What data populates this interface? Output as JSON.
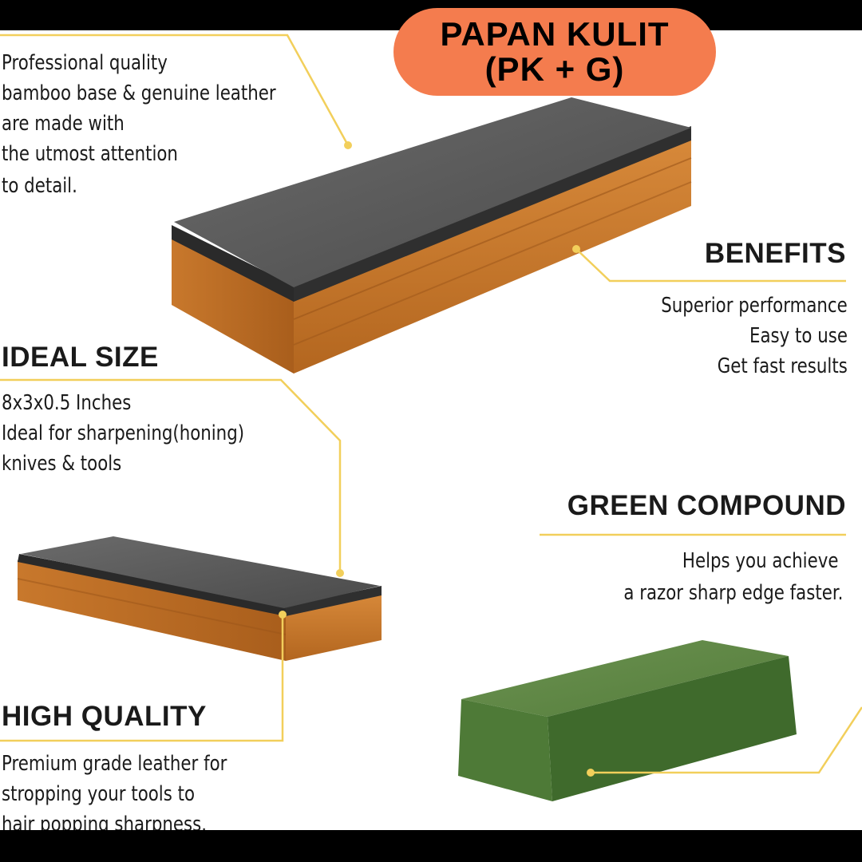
{
  "badge": {
    "line1": "PAPAN KULIT",
    "line2": "(PK + G)"
  },
  "intro": {
    "lines": [
      "Professional quality",
      "bamboo base & genuine leather",
      "are made with",
      "the utmost attention",
      "to detail."
    ]
  },
  "benefits": {
    "title": "BENEFITS",
    "lines": [
      "Superior performance",
      "Easy to use",
      "Get fast results"
    ]
  },
  "ideal_size": {
    "title": "IDEAL SIZE",
    "lines": [
      "8x3x0.5 Inches",
      "Ideal for sharpening(honing)",
      "knives & tools"
    ]
  },
  "green_compound": {
    "title": "GREEN COMPOUND",
    "lines": [
      "Helps you achieve",
      "a razor sharp edge faster."
    ]
  },
  "high_quality": {
    "title": "HIGH QUALITY",
    "lines": [
      "Premium grade leather for",
      "stropping your tools to",
      "hair popping sharpness."
    ]
  },
  "colors": {
    "badge": "#f47c4e",
    "callout_line": "#f2cf5b",
    "leather": "#5a5a5a",
    "bamboo": "#c8782c",
    "compound": "#4f7a38"
  }
}
